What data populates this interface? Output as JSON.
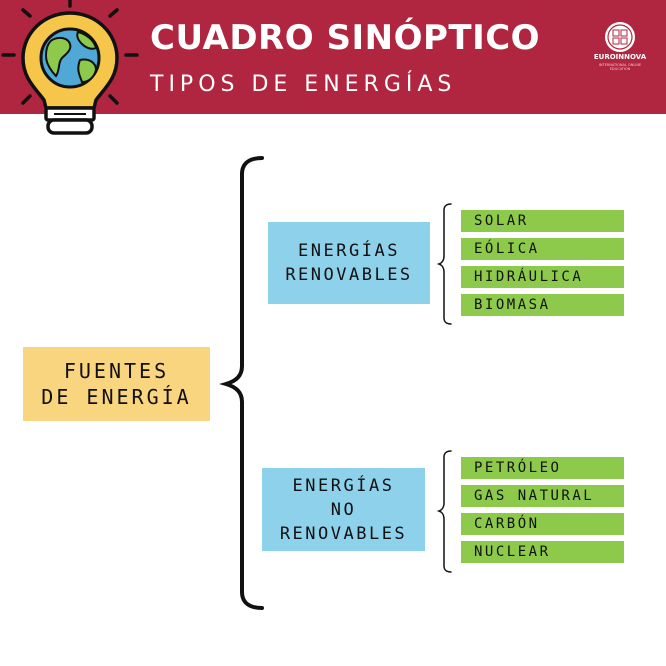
{
  "header": {
    "title": "CUADRO SINÓPTICO",
    "subtitle": "TIPOS DE ENERGÍAS",
    "logo_text": "EUROINNOVA",
    "logo_subtext": "INTERNATIONAL ONLINE EDUCATION"
  },
  "diagram": {
    "root": {
      "line1": "FUENTES",
      "line2": "DE ENERGÍA"
    },
    "renewables": {
      "line1": "ENERGÍAS",
      "line2": "RENOVABLES",
      "items": [
        "SOLAR",
        "EÓLICA",
        "HIDRÁULICA",
        "BIOMASA"
      ]
    },
    "non_renewables": {
      "line1": "ENERGÍAS",
      "line2": "NO",
      "line3": "RENOVABLES",
      "items": [
        "PETRÓLEO",
        "GAS NATURAL",
        "CARBÓN",
        "NUCLEAR"
      ]
    }
  },
  "colors": {
    "header_bg": "#b0253f",
    "root_box": "#fad57f",
    "category_box": "#8ed1ea",
    "leaf_box": "#8dc94a",
    "bulb": "#f6c64a",
    "globe_water": "#4fa8d6",
    "globe_land": "#8dc94a"
  },
  "icons": [
    "lightbulb-globe-icon",
    "euroinnova-logo-icon"
  ]
}
